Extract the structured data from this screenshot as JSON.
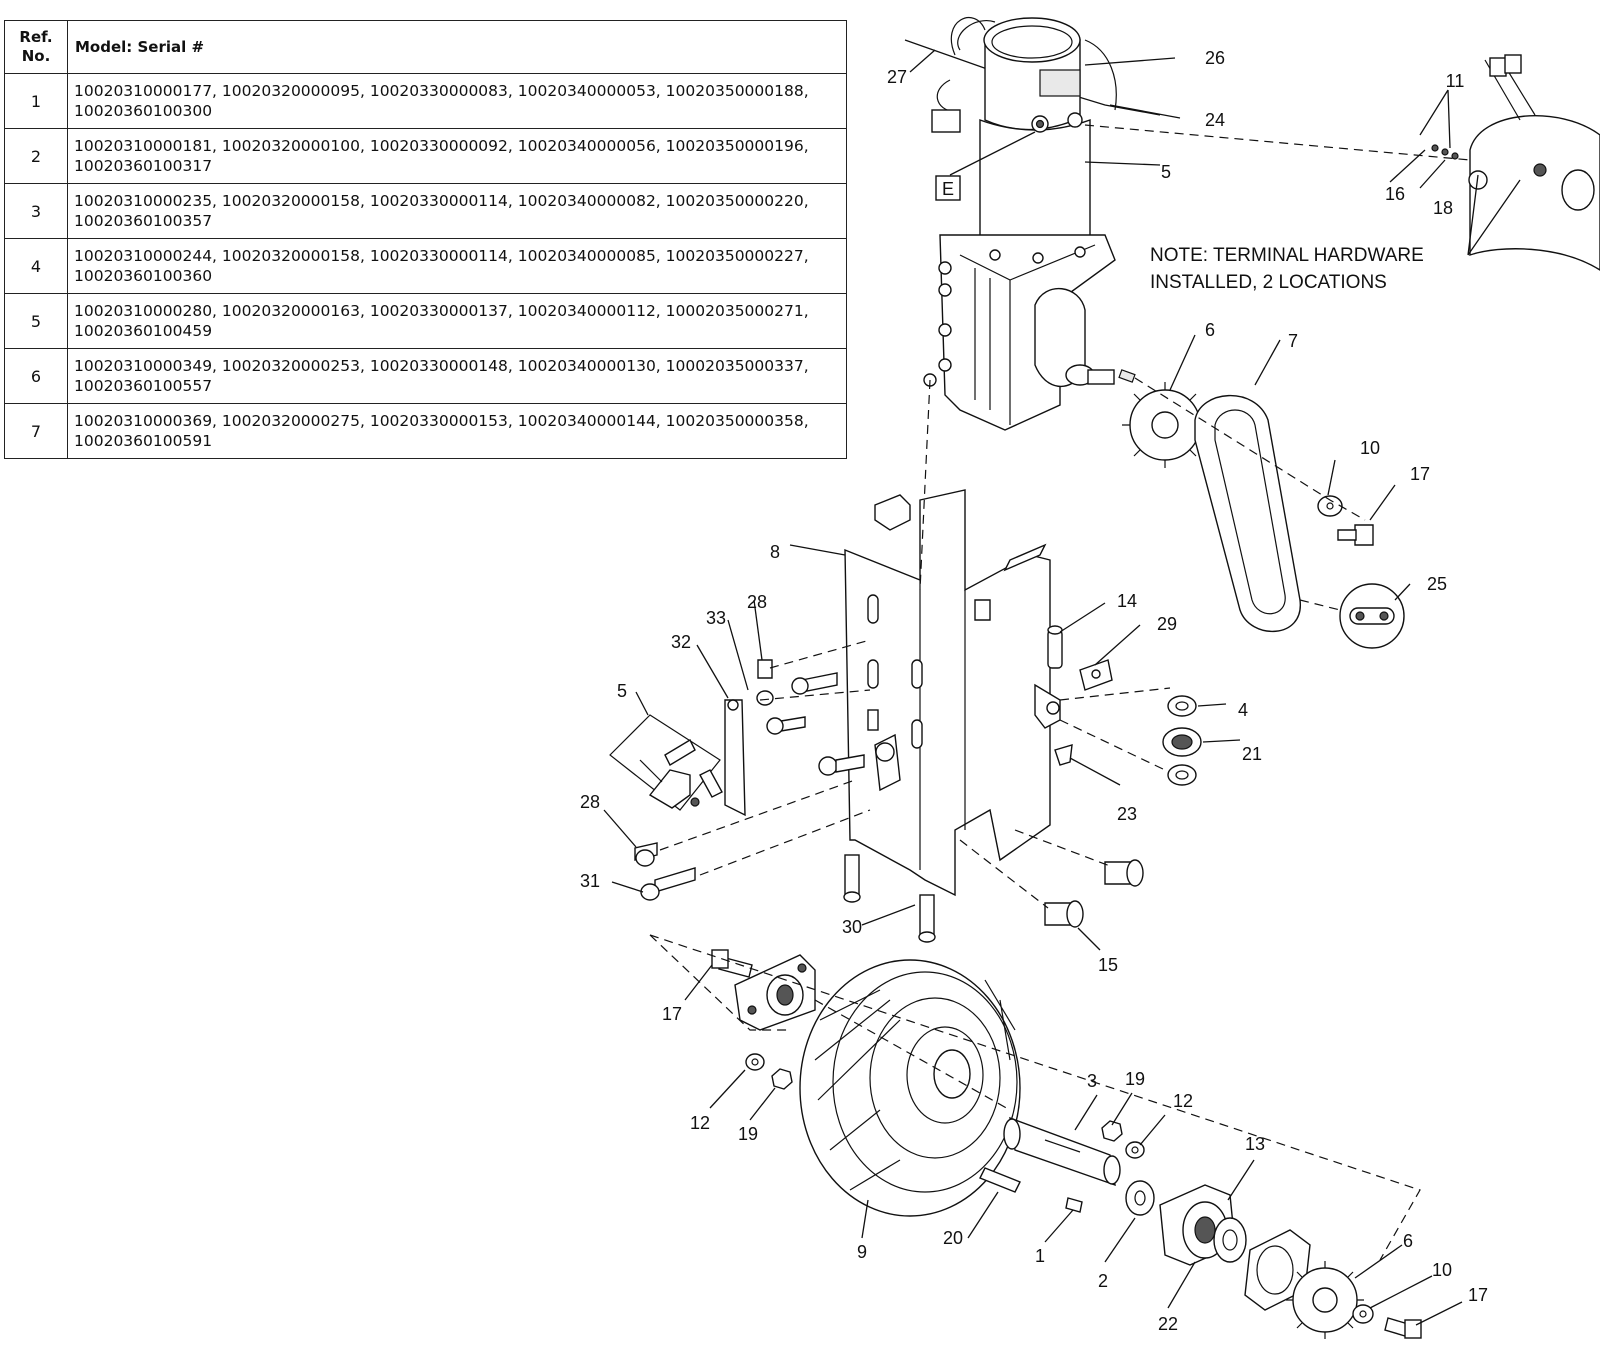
{
  "serial_table": {
    "headers": {
      "ref": "Ref.\nNo.",
      "model": "Model: Serial #"
    },
    "rows": [
      {
        "ref": "1",
        "serials": "10020310000177, 10020320000095, 10020330000083, 10020340000053, 10020350000188, 10020360100300"
      },
      {
        "ref": "2",
        "serials": "10020310000181, 10020320000100, 10020330000092, 10020340000056, 10020350000196, 10020360100317"
      },
      {
        "ref": "3",
        "serials": "10020310000235, 10020320000158, 10020330000114, 10020340000082, 10020350000220, 10020360100357"
      },
      {
        "ref": "4",
        "serials": "10020310000244, 10020320000158, 10020330000114, 10020340000085, 10020350000227, 10020360100360"
      },
      {
        "ref": "5",
        "serials": "10020310000280, 10020320000163, 10020330000137, 10020340000112, 10002035000271, 10020360100459"
      },
      {
        "ref": "6",
        "serials": "10020310000349, 10020320000253, 10020330000148, 10020340000130, 10002035000337, 10020360100557"
      },
      {
        "ref": "7",
        "serials": "10020310000369, 10020320000275, 10020330000153, 10020340000144, 10020350000358, 10020360100591"
      }
    ]
  },
  "diagram": {
    "note_line1": "NOTE:  TERMINAL HARDWARE",
    "note_line2": "INSTALLED, 2 LOCATIONS",
    "detail_label": "E",
    "callouts": {
      "c27": "27",
      "c26": "26",
      "c24": "24",
      "c5a": "5",
      "c11": "11",
      "c16": "16",
      "c18": "18",
      "c6a": "6",
      "c7": "7",
      "c10a": "10",
      "c17a": "17",
      "c25": "25",
      "c8": "8",
      "c14": "14",
      "c29": "29",
      "c4": "4",
      "c21": "21",
      "c23": "23",
      "c28a": "28",
      "c33": "33",
      "c32": "32",
      "c5b": "5",
      "c28b": "28",
      "c31": "31",
      "c30": "30",
      "c15": "15",
      "c17b": "17",
      "c12a": "12",
      "c19a": "19",
      "c9": "9",
      "c3": "3",
      "c19b": "19",
      "c12b": "12",
      "c13": "13",
      "c20": "20",
      "c1": "1",
      "c2": "2",
      "c22": "22",
      "c6b": "6",
      "c10b": "10",
      "c17c": "17"
    }
  }
}
